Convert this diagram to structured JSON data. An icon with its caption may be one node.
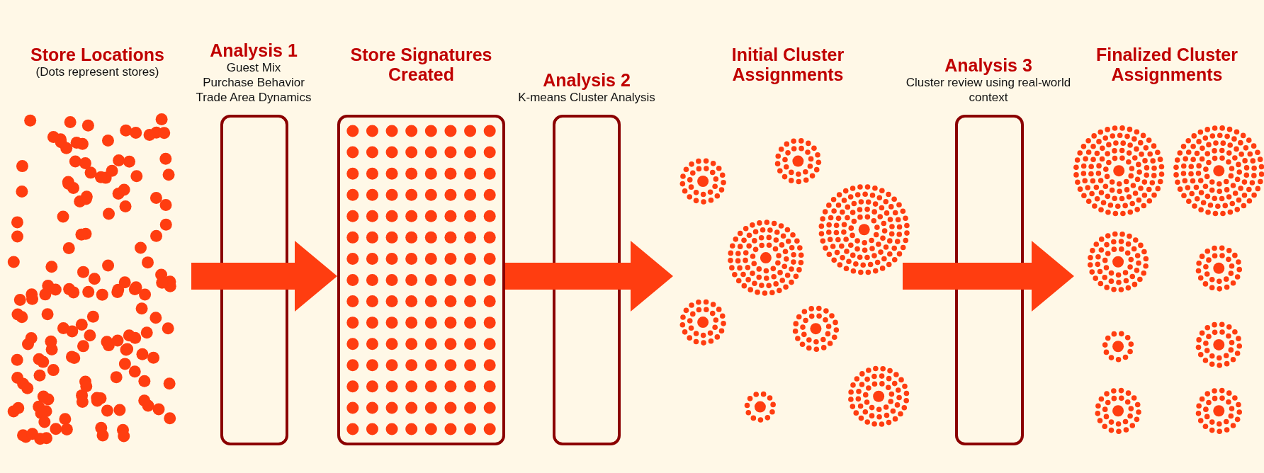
{
  "diagram": {
    "nodes": [
      {
        "text": [
          "Store Locations",
          "(Dots represent stores)"
        ]
      },
      {
        "text": [
          "Analysis 1",
          "Guest Mix",
          "Purchase Behavior",
          "Trade Area Dynamics"
        ]
      },
      {
        "text": [
          "Store Signatures Created"
        ]
      },
      {
        "text": [
          "Analysis 2",
          "K-means Cluster Analysis"
        ]
      },
      {
        "text": [
          "Initial Cluster Assignments"
        ]
      },
      {
        "text": [
          "Analysis 3",
          "Cluster review using real-world context"
        ]
      },
      {
        "text": [
          "Finalized Cluster Assignments"
        ]
      }
    ],
    "edges": [
      {
        "from": 0,
        "to": 1,
        "arrow": "none"
      },
      {
        "from": 1,
        "to": 2,
        "arrow": "to"
      },
      {
        "from": 2,
        "to": 3,
        "arrow": "none"
      },
      {
        "from": 3,
        "to": 4,
        "arrow": "to"
      },
      {
        "from": 4,
        "to": 5,
        "arrow": "none"
      },
      {
        "from": 5,
        "to": 6,
        "arrow": "to"
      }
    ]
  }
}
